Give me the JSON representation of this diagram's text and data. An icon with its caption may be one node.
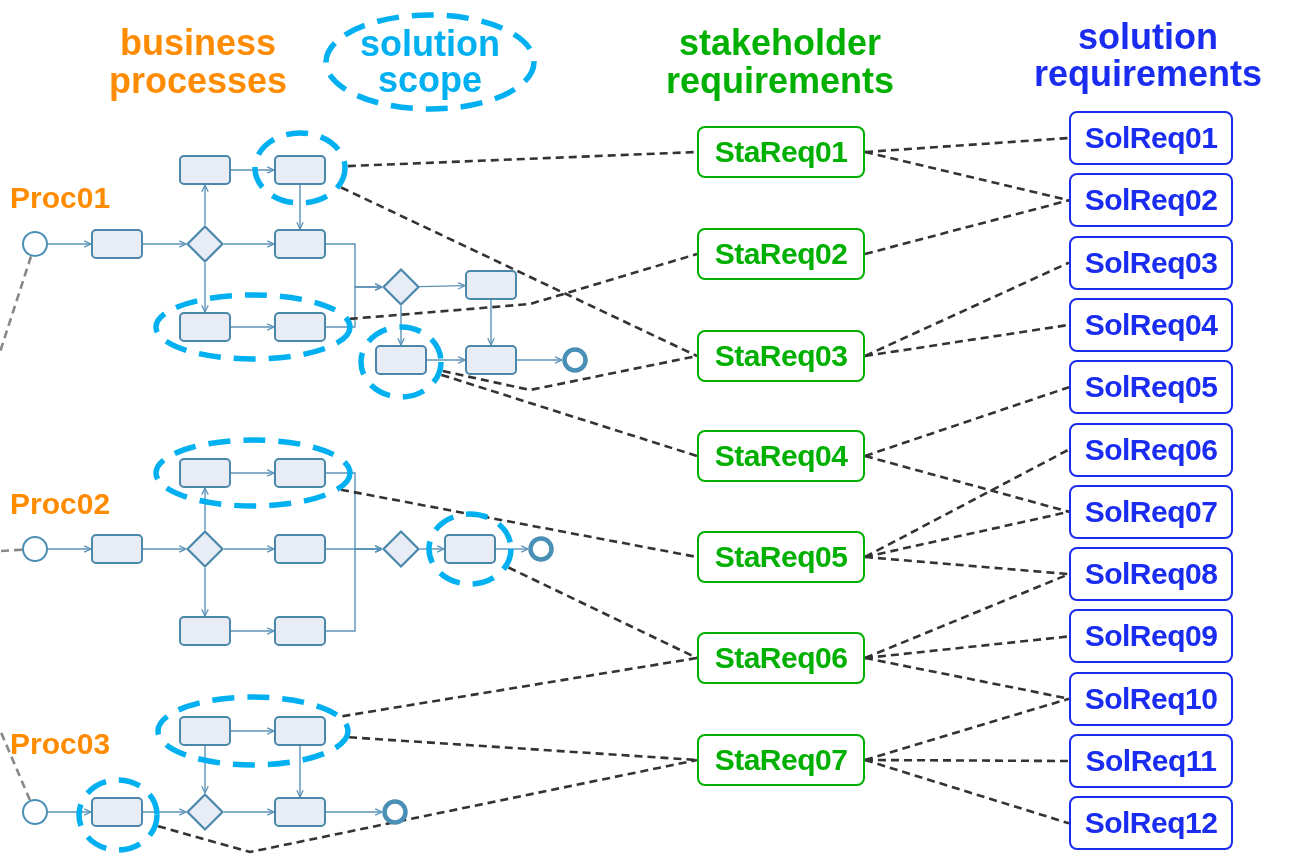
{
  "diagram": {
    "nodes": [
      {
        "text": [
          "solution scope"
        ]
      },
      {
        "text": [],
        "shape": "circle"
      },
      {
        "text": [],
        "shape": "box"
      },
      {
        "text": [],
        "shape": "diamond"
      },
      {
        "text": [],
        "shape": "box"
      },
      {
        "text": [],
        "shape": "ellipse"
      },
      {
        "text": [],
        "shape": "box",
        "in": 5
      },
      {
        "text": [],
        "shape": "box"
      },
      {
        "text": [],
        "shape": "ellipse"
      },
      {
        "text": [],
        "shape": "box",
        "in": 8
      },
      {
        "text": [],
        "shape": "box",
        "in": 8
      },
      {
        "text": [],
        "shape": "diamond"
      },
      {
        "text": [],
        "shape": "box"
      },
      {
        "text": [],
        "shape": "ellipse"
      },
      {
        "text": [],
        "shape": "box",
        "in": 13
      },
      {
        "text": [],
        "shape": "box"
      },
      {
        "text": [],
        "shape": "circle"
      },
      {
        "text": [],
        "shape": "circle"
      },
      {
        "text": [],
        "shape": "box"
      },
      {
        "text": [],
        "shape": "diamond"
      },
      {
        "text": [],
        "shape": "ellipse"
      },
      {
        "text": [],
        "shape": "box",
        "in": 20
      },
      {
        "text": [],
        "shape": "box",
        "in": 20
      },
      {
        "text": [],
        "shape": "box"
      },
      {
        "text": [],
        "shape": "box"
      },
      {
        "text": [],
        "shape": "box"
      },
      {
        "text": [],
        "shape": "diamond"
      },
      {
        "text": [],
        "shape": "ellipse"
      },
      {
        "text": [],
        "shape": "box",
        "in": 27
      },
      {
        "text": [],
        "shape": "circle"
      },
      {
        "text": [],
        "shape": "ellipse"
      },
      {
        "text": [],
        "shape": "box",
        "in": 30
      },
      {
        "text": [],
        "shape": "box",
        "in": 30
      },
      {
        "text": [],
        "shape": "circle"
      },
      {
        "text": [],
        "shape": "ellipse"
      },
      {
        "text": [],
        "shape": "box",
        "in": 34
      },
      {
        "text": [],
        "shape": "diamond"
      },
      {
        "text": [],
        "shape": "box"
      },
      {
        "text": [],
        "shape": "circle"
      },
      {
        "text": [
          "StaReq01"
        ]
      },
      {
        "text": [
          "StaReq02"
        ]
      },
      {
        "text": [
          "StaReq03"
        ]
      },
      {
        "text": [
          "StaReq04"
        ]
      },
      {
        "text": [
          "StaReq05"
        ]
      },
      {
        "text": [
          "StaReq06"
        ]
      },
      {
        "text": [
          "StaReq07"
        ]
      },
      {
        "text": [
          "SolReq01"
        ]
      },
      {
        "text": [
          "SolReq02"
        ]
      },
      {
        "text": [
          "SolReq03"
        ]
      },
      {
        "text": [
          "SolReq04"
        ]
      },
      {
        "text": [
          "SolReq05"
        ]
      },
      {
        "text": [
          "SolReq06"
        ]
      },
      {
        "text": [
          "SolReq07"
        ]
      },
      {
        "text": [
          "SolReq08"
        ]
      },
      {
        "text": [
          "SolReq09"
        ]
      },
      {
        "text": [
          "SolReq10"
        ]
      },
      {
        "text": [
          "SolReq11"
        ]
      },
      {
        "text": [
          "SolReq12"
        ]
      }
    ],
    "edges": [
      {
        "from": 1,
        "to": 2,
        "arrow": "to"
      },
      {
        "from": 2,
        "to": 3,
        "arrow": "to"
      },
      {
        "from": 3,
        "to": 4,
        "arrow": "to"
      },
      {
        "from": 3,
        "to": 7,
        "arrow": "to"
      },
      {
        "from": 3,
        "to": 9,
        "arrow": "to"
      },
      {
        "from": 4,
        "to": 6,
        "arrow": "to"
      },
      {
        "from": 6,
        "to": 7,
        "arrow": "to"
      },
      {
        "from": 9,
        "to": 10,
        "arrow": "to"
      },
      {
        "from": 7,
        "to": 11,
        "arrow": "to"
      },
      {
        "from": 10,
        "to": 11,
        "arrow": "to"
      },
      {
        "from": 11,
        "to": 12,
        "arrow": "to"
      },
      {
        "from": 11,
        "to": 14,
        "arrow": "to"
      },
      {
        "from": 12,
        "to": 15,
        "arrow": "to"
      },
      {
        "from": 14,
        "to": 15,
        "arrow": "to"
      },
      {
        "from": 15,
        "to": 16,
        "arrow": "to"
      },
      {
        "from": 17,
        "to": 18,
        "arrow": "to"
      },
      {
        "from": 18,
        "to": 19,
        "arrow": "to"
      },
      {
        "from": 19,
        "to": 21,
        "arrow": "to"
      },
      {
        "from": 19,
        "to": 23,
        "arrow": "to"
      },
      {
        "from": 19,
        "to": 24,
        "arrow": "to"
      },
      {
        "from": 21,
        "to": 22,
        "arrow": "to"
      },
      {
        "from": 24,
        "to": 25,
        "arrow": "to"
      },
      {
        "from": 22,
        "to": 26,
        "arrow": "to"
      },
      {
        "from": 23,
        "to": 26,
        "arrow": "to"
      },
      {
        "from": 25,
        "to": 26,
        "arrow": "to"
      },
      {
        "from": 26,
        "to": 28,
        "arrow": "to"
      },
      {
        "from": 28,
        "to": 29,
        "arrow": "to"
      },
      {
        "from": 33,
        "to": 35,
        "arrow": "to"
      },
      {
        "from": 35,
        "to": 36,
        "arrow": "to"
      },
      {
        "from": 31,
        "to": 32,
        "arrow": "to"
      },
      {
        "from": 31,
        "to": 36,
        "arrow": "to"
      },
      {
        "from": 32,
        "to": 37,
        "arrow": "to"
      },
      {
        "from": 36,
        "to": 37,
        "arrow": "to"
      },
      {
        "from": 37,
        "to": 38,
        "arrow": "to"
      },
      {
        "from": 1,
        "to": null,
        "arrow": "none",
        "style": "dashed",
        "color": "#888888"
      },
      {
        "from": 17,
        "to": null,
        "arrow": "none",
        "style": "dashed",
        "color": "#888888"
      },
      {
        "from": 33,
        "to": null,
        "arrow": "none",
        "style": "dashed",
        "color": "#888888"
      },
      {
        "from": 5,
        "to": 39,
        "arrow": "none",
        "style": "dashed",
        "color": "#333333"
      },
      {
        "from": 5,
        "to": 41,
        "arrow": "none",
        "style": "dashed",
        "color": "#333333"
      },
      {
        "from": 8,
        "to": 40,
        "arrow": "none",
        "style": "dashed",
        "color": "#333333"
      },
      {
        "from": 13,
        "to": 41,
        "arrow": "none",
        "style": "dashed",
        "color": "#333333"
      },
      {
        "from": 13,
        "to": 42,
        "arrow": "none",
        "style": "dashed",
        "color": "#333333"
      },
      {
        "from": 20,
        "to": 43,
        "arrow": "none",
        "style": "dashed",
        "color": "#333333"
      },
      {
        "from": 27,
        "to": 44,
        "arrow": "none",
        "style": "dashed",
        "color": "#333333"
      },
      {
        "from": 30,
        "to": 44,
        "arrow": "none",
        "style": "dashed",
        "color": "#333333"
      },
      {
        "from": 30,
        "to": 45,
        "arrow": "none",
        "style": "dashed",
        "color": "#333333"
      },
      {
        "from": 34,
        "to": 45,
        "arrow": "none",
        "style": "dashed",
        "color": "#333333"
      },
      {
        "from": 39,
        "to": 46,
        "arrow": "none",
        "style": "dashed",
        "color": "#333333"
      },
      {
        "from": 39,
        "to": 47,
        "arrow": "none",
        "style": "dashed",
        "color": "#333333"
      },
      {
        "from": 40,
        "to": 47,
        "arrow": "none",
        "style": "dashed",
        "color": "#333333"
      },
      {
        "from": 41,
        "to": 48,
        "arrow": "none",
        "style": "dashed",
        "color": "#333333"
      },
      {
        "from": 41,
        "to": 49,
        "arrow": "none",
        "style": "dashed",
        "color": "#333333"
      },
      {
        "from": 42,
        "to": 50,
        "arrow": "none",
        "style": "dashed",
        "color": "#333333"
      },
      {
        "from": 42,
        "to": 52,
        "arrow": "none",
        "style": "dashed",
        "color": "#333333"
      },
      {
        "from": 43,
        "to": 51,
        "arrow": "none",
        "style": "dashed",
        "color": "#333333"
      },
      {
        "from": 43,
        "to": 52,
        "arrow": "none",
        "style": "dashed",
        "color": "#333333"
      },
      {
        "from": 43,
        "to": 53,
        "arrow": "none",
        "style": "dashed",
        "color": "#333333"
      },
      {
        "from": 44,
        "to": 53,
        "arrow": "none",
        "style": "dashed",
        "color": "#333333"
      },
      {
        "from": 44,
        "to": 54,
        "arrow": "none",
        "style": "dashed",
        "color": "#333333"
      },
      {
        "from": 44,
        "to": 55,
        "arrow": "none",
        "style": "dashed",
        "color": "#333333"
      },
      {
        "from": 45,
        "to": 55,
        "arrow": "none",
        "style": "dashed",
        "color": "#333333"
      },
      {
        "from": 45,
        "to": 56,
        "arrow": "none",
        "style": "dashed",
        "color": "#333333"
      },
      {
        "from": 45,
        "to": 57,
        "arrow": "none",
        "style": "dashed",
        "color": "#333333"
      }
    ],
    "labels": [
      "business processes",
      "stakeholder requirements",
      "solution requirements",
      "Proc01",
      "Proc02",
      "Proc03"
    ]
  }
}
